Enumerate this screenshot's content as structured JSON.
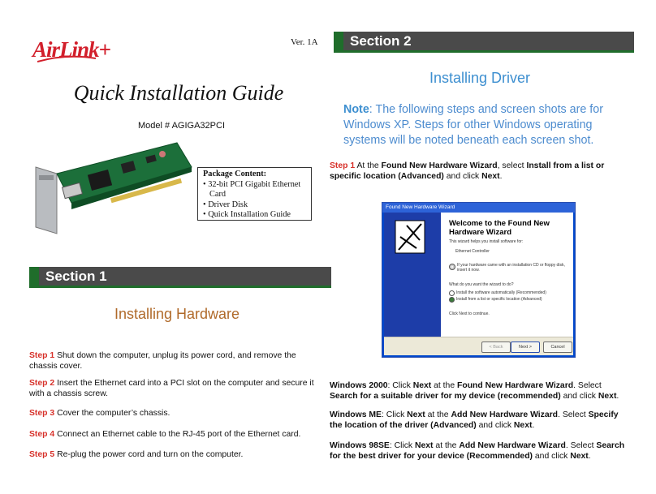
{
  "header": {
    "logo_text": "AirLink+",
    "version": "Ver. 1A",
    "title": "Quick Installation Guide",
    "model": "Model # AGIGA32PCI"
  },
  "package": {
    "heading": "Package Content:",
    "items": [
      "32-bit PCI Gigabit Ethernet Card",
      "Driver Disk",
      "Quick Installation Guide"
    ]
  },
  "section1": {
    "title": "Section 1",
    "subtitle": "Installing Hardware",
    "steps": [
      {
        "label": "Step 1",
        "text": " Shut down the computer, unplug its power cord, and remove the chassis cover."
      },
      {
        "label": "Step 2",
        "text": " Insert the Ethernet card into a PCI slot on the computer and secure it with a chassis screw."
      },
      {
        "label": "Step 3",
        "text": " Cover the computer’s chassis."
      },
      {
        "label": "Step 4",
        "text": " Connect an Ethernet cable to the RJ-45 port of the Ethernet card."
      },
      {
        "label": "Step 5",
        "text": " Re-plug the power cord and turn on the computer."
      }
    ]
  },
  "section2": {
    "title": "Section 2",
    "subtitle": "Installing Driver",
    "note_label": "Note",
    "note_text": ": The following steps and screen shots are for Windows XP. Steps for other Windows operating systems will be noted beneath each screen shot.",
    "step1": {
      "label": "Step 1",
      "t1": " At the ",
      "b1": "Found New Hardware Wizard",
      "t2": ", select ",
      "b2": "Install from a list or specific location (Advanced)",
      "t3": " and click ",
      "b3": "Next",
      "t4": "."
    },
    "wizard": {
      "window_title": "Found New Hardware Wizard",
      "heading": "Welcome to the Found New Hardware Wizard",
      "line1": "This wizard helps you install software for:",
      "device": "Ethernet Controller",
      "cd_text": "If your hardware came with an installation CD or floppy disk, insert it now.",
      "question": "What do you want the wizard to do?",
      "option1": "Install the software automatically (Recommended)",
      "option2": "Install from a list or specific location (Advanced)",
      "continue_text": "Click Next to continue.",
      "back": "< Back",
      "next": "Next >",
      "cancel": "Cancel"
    },
    "win2000": {
      "os": "Windows 2000",
      "t1": ": Click ",
      "b1": "Next",
      "t2": " at the ",
      "b2": "Found New Hardware Wizard",
      "t3": ". Select ",
      "b3": "Search for a suitable driver for my device (recommended)",
      "t4": " and click ",
      "b4": "Next",
      "t5": "."
    },
    "winme": {
      "os": "Windows ME",
      "t1": ": Click ",
      "b1": "Next",
      "t2": " at the ",
      "b2": "Add New Hardware Wizard",
      "t3": ". Select ",
      "b3": "Specify the location of the driver (Advanced)",
      "t4": " and click ",
      "b4": "Next",
      "t5": "."
    },
    "win98": {
      "os": "Windows 98SE",
      "t1": ": Click ",
      "b1": "Next",
      "t2": " at the ",
      "b2": "Add New Hardware Wizard",
      "t3": ". Select ",
      "b3": "Search for the best driver for your device (Recommended)",
      "t4": " and click ",
      "b4": "Next",
      "t5": "."
    }
  }
}
